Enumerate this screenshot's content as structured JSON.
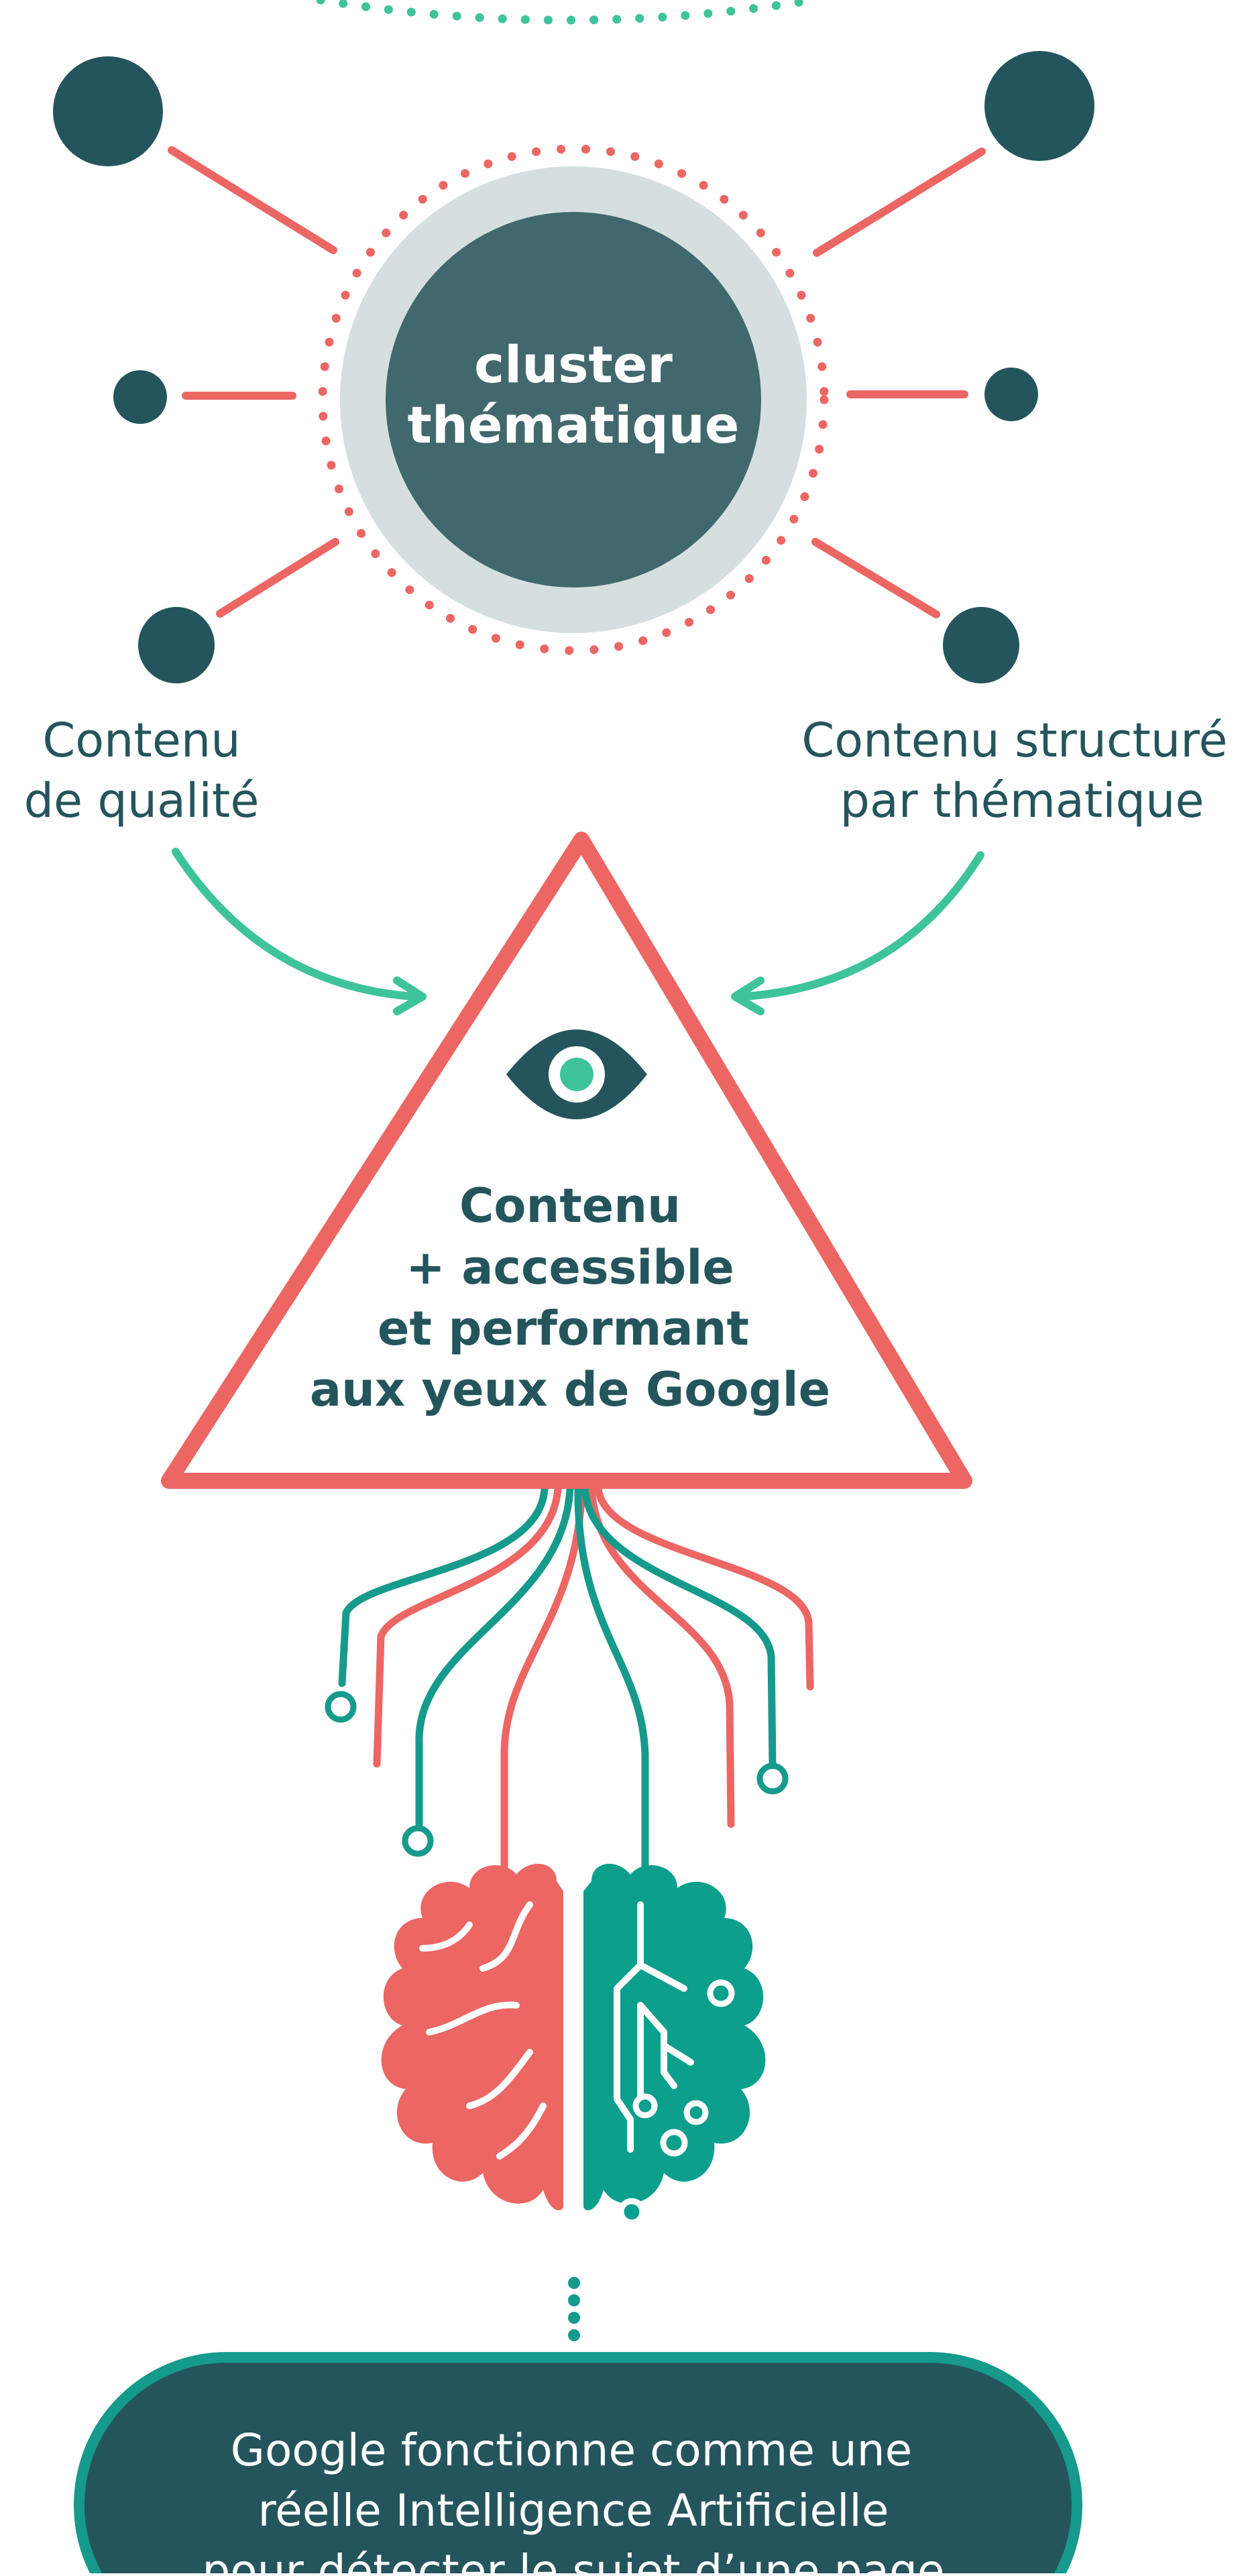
{
  "colors": {
    "dark_teal": "#25555c",
    "cluster_teal": "#41686d",
    "halo_gray": "#d6dfe0",
    "coral": "#ec6664",
    "mint": "#3ec39a",
    "brain_teal": "#0b9f8c",
    "outline_teal": "#169a8c",
    "white": "#ffffff"
  },
  "cluster": {
    "line1": "cluster",
    "line2": "thématique"
  },
  "left_input": {
    "line1": "Contenu",
    "line2": "de qualité"
  },
  "right_input": {
    "line1": "Contenu structuré",
    "line2": "par thématique"
  },
  "triangle": {
    "icon": "eye-icon",
    "line1": "Contenu",
    "line2": "+ accessible",
    "line3": "et performant",
    "line4": "aux yeux de Google"
  },
  "brain": {
    "icon": "brain-icon"
  },
  "bottom_box": {
    "line1": "Google fonctionne comme une",
    "line2": "réelle Intelligence Artificielle",
    "line3": "pour détecter le sujet d’une page"
  }
}
